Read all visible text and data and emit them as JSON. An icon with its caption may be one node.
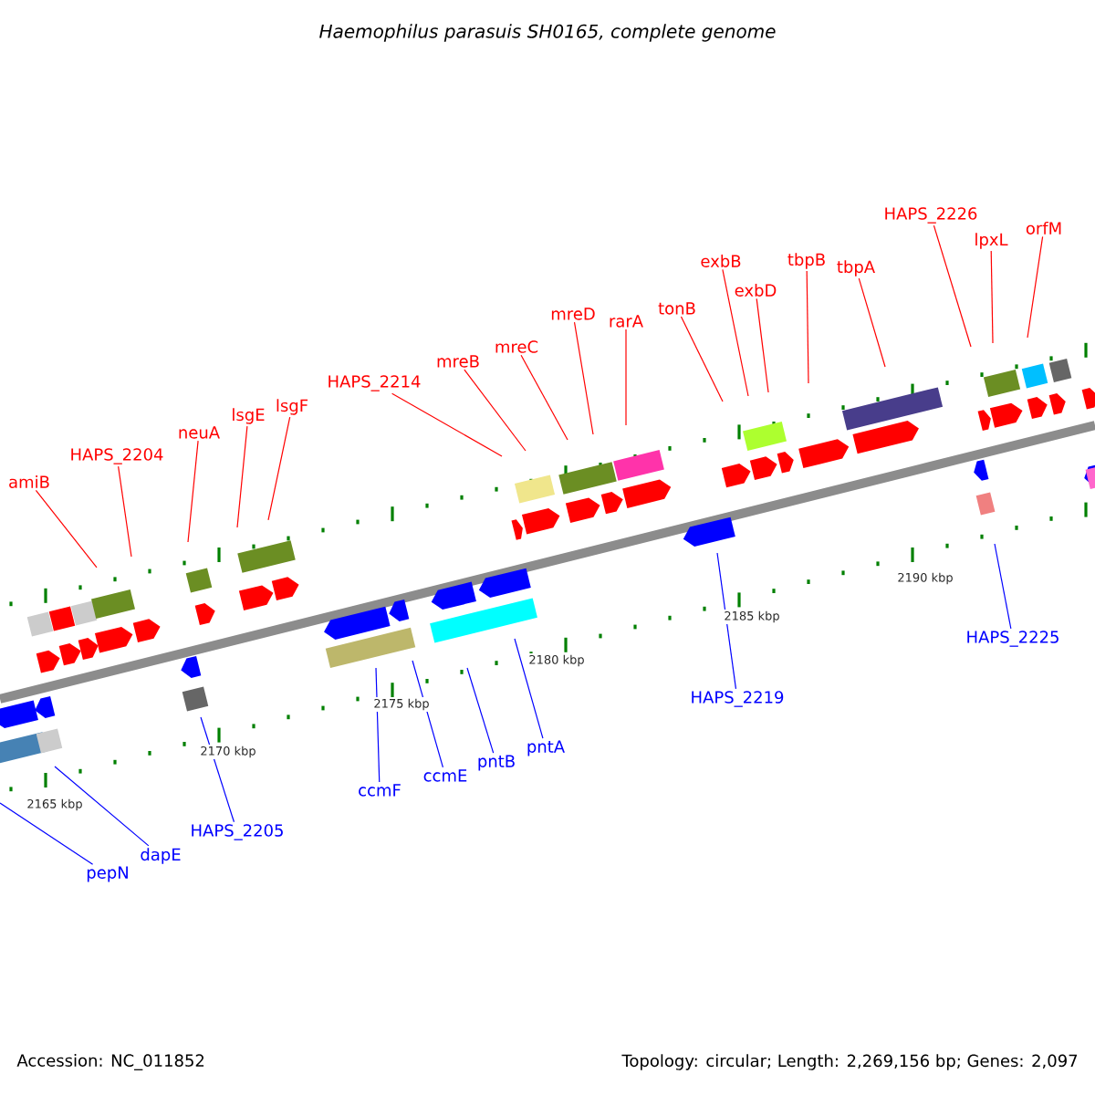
{
  "diagram": {
    "title": "Haemophilus parasuis SH0165, complete genome",
    "nodes": [
      {
        "text": [
          "amiB"
        ]
      },
      {
        "text": [
          "HAPS_2204"
        ]
      },
      {
        "text": [
          "neuA"
        ]
      },
      {
        "text": [
          "lsgE"
        ]
      },
      {
        "text": [
          "lsgF"
        ]
      },
      {
        "text": [
          "HAPS_2214"
        ]
      },
      {
        "text": [
          "mreB"
        ]
      },
      {
        "text": [
          "mreC"
        ]
      },
      {
        "text": [
          "mreD"
        ]
      },
      {
        "text": [
          "rarA"
        ]
      },
      {
        "text": [
          "tonB"
        ]
      },
      {
        "text": [
          "exbB"
        ]
      },
      {
        "text": [
          "exbD"
        ]
      },
      {
        "text": [
          "tbpB"
        ]
      },
      {
        "text": [
          "tbpA"
        ]
      },
      {
        "text": [
          "HAPS_2226"
        ]
      },
      {
        "text": [
          "lpxL"
        ]
      },
      {
        "text": [
          "orfM"
        ]
      },
      {
        "text": [
          "pepN"
        ]
      },
      {
        "text": [
          "dapE"
        ]
      },
      {
        "text": [
          "HAPS_2205"
        ]
      },
      {
        "text": [
          "ccmF"
        ]
      },
      {
        "text": [
          "ccmE"
        ]
      },
      {
        "text": [
          "pntB"
        ]
      },
      {
        "text": [
          "pntA"
        ]
      },
      {
        "text": [
          "HAPS_2219"
        ]
      },
      {
        "text": [
          "HAPS_2225"
        ]
      }
    ],
    "edges": [
      {
        "from": 0,
        "to": null,
        "arrow": "none"
      },
      {
        "from": 1,
        "to": null,
        "arrow": "none"
      },
      {
        "from": 2,
        "to": null,
        "arrow": "none"
      },
      {
        "from": 3,
        "to": null,
        "arrow": "none"
      },
      {
        "from": 4,
        "to": null,
        "arrow": "none"
      },
      {
        "from": 5,
        "to": null,
        "arrow": "none"
      },
      {
        "from": 6,
        "to": null,
        "arrow": "none"
      },
      {
        "from": 7,
        "to": null,
        "arrow": "none"
      },
      {
        "from": 8,
        "to": null,
        "arrow": "none"
      },
      {
        "from": 9,
        "to": null,
        "arrow": "none"
      },
      {
        "from": 10,
        "to": null,
        "arrow": "none"
      },
      {
        "from": 11,
        "to": null,
        "arrow": "none"
      },
      {
        "from": 12,
        "to": null,
        "arrow": "none"
      },
      {
        "from": 13,
        "to": null,
        "arrow": "none"
      },
      {
        "from": 14,
        "to": null,
        "arrow": "none"
      },
      {
        "from": 15,
        "to": null,
        "arrow": "none"
      },
      {
        "from": 16,
        "to": null,
        "arrow": "none"
      },
      {
        "from": 17,
        "to": null,
        "arrow": "none"
      },
      {
        "from": 18,
        "to": null,
        "arrow": "none",
        "color": "#0000ff"
      },
      {
        "from": 19,
        "to": null,
        "arrow": "none",
        "color": "#0000ff"
      },
      {
        "from": 20,
        "to": null,
        "arrow": "none",
        "color": "#0000ff"
      },
      {
        "from": 21,
        "to": null,
        "arrow": "none",
        "color": "#0000ff"
      },
      {
        "from": 22,
        "to": null,
        "arrow": "none",
        "color": "#0000ff"
      },
      {
        "from": 23,
        "to": null,
        "arrow": "none",
        "color": "#0000ff"
      },
      {
        "from": 24,
        "to": null,
        "arrow": "none",
        "color": "#0000ff"
      },
      {
        "from": 25,
        "to": null,
        "arrow": "none",
        "color": "#0000ff"
      },
      {
        "from": 26,
        "to": null,
        "arrow": "none",
        "color": "#0000ff"
      }
    ],
    "labels": [
      "2165 kbp",
      "2170 kbp",
      "2175 kbp",
      "2180 kbp",
      "2185 kbp",
      "2190 kbp",
      "Accession: NC_011852",
      "Topology: circular; Length: 2,269,156 bp; Genes: 2,097"
    ]
  }
}
